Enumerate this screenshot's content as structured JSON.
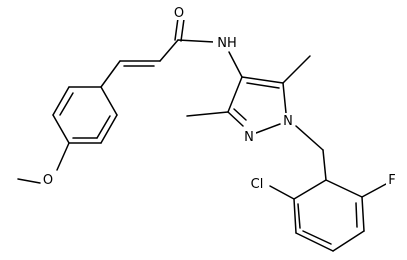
{
  "molecule": {
    "atom_labels": {
      "O_carbonyl": "O",
      "NH_amide": "NH",
      "N1": "N",
      "N2": "N",
      "O_methoxy": "O",
      "Cl": "Cl",
      "F": "F"
    }
  }
}
